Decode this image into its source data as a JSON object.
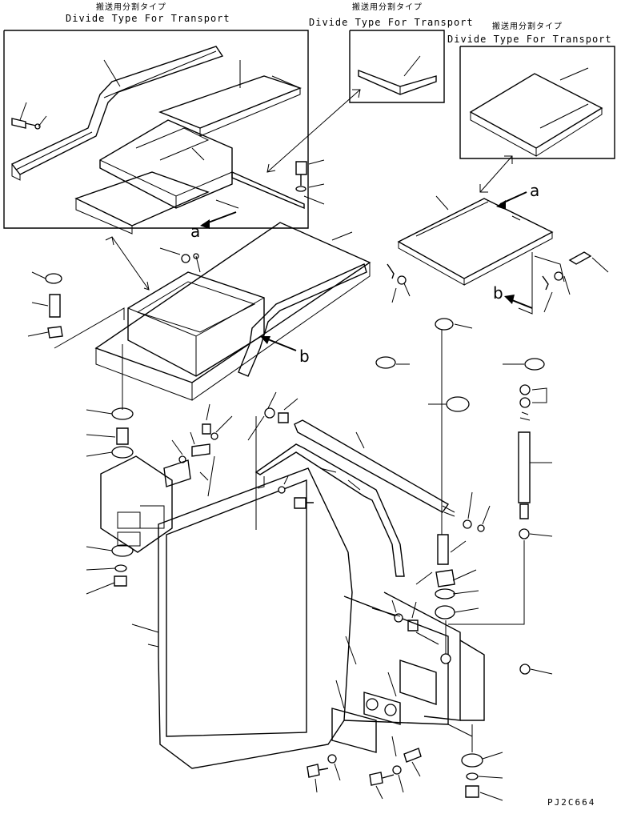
{
  "inset_captions": [
    {
      "jp": "搬送用分割タイプ",
      "en": "Divide Type For Transport"
    },
    {
      "jp": "搬送用分割タイプ",
      "en": "Divide Type For Transport"
    },
    {
      "jp": "搬送用分割タイプ",
      "en": "Divide Type For Transport"
    }
  ],
  "reference_marks": {
    "a": "a",
    "b": "b"
  },
  "drawing_code": "PJ2C664"
}
